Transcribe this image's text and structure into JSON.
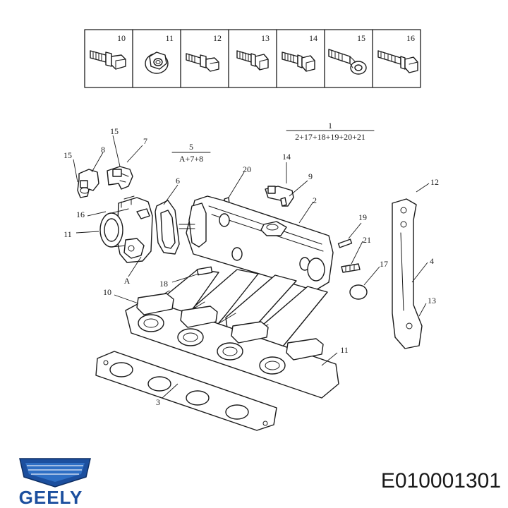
{
  "fastener_table": {
    "cells": [
      {
        "label": "10",
        "icon": "hex-flange-bolt-icon"
      },
      {
        "label": "11",
        "icon": "flange-nut-icon"
      },
      {
        "label": "12",
        "icon": "short-flange-bolt-icon"
      },
      {
        "label": "13",
        "icon": "hex-bolt-icon"
      },
      {
        "label": "14",
        "icon": "hex-bolt-icon"
      },
      {
        "label": "15",
        "icon": "spacer-bolt-icon"
      },
      {
        "label": "16",
        "icon": "long-flange-bolt-icon"
      }
    ]
  },
  "assembly_notes": {
    "group1_label": "1",
    "group1_formula": "2+17+18+19+20+21",
    "group5_label": "5",
    "group5_formula": "A+7+8"
  },
  "callouts": {
    "c15a": "15",
    "c15b": "15",
    "c8": "8",
    "c7": "7",
    "c6": "6",
    "c16": "16",
    "c11a": "11",
    "cA": "A",
    "c20": "20",
    "c14": "14",
    "c9": "9",
    "c2": "2",
    "c19": "19",
    "c21": "21",
    "c17": "17",
    "c18": "18",
    "c10": "10",
    "c11b": "11",
    "c3": "3",
    "c12": "12",
    "c4": "4",
    "c13": "13"
  },
  "brand": {
    "name": "GEELY",
    "logo_icon": "geely-shield-logo-icon",
    "primary_color": "#1c4f9e",
    "accent_color": "#2f6fc4"
  },
  "part_number": "E010001301"
}
